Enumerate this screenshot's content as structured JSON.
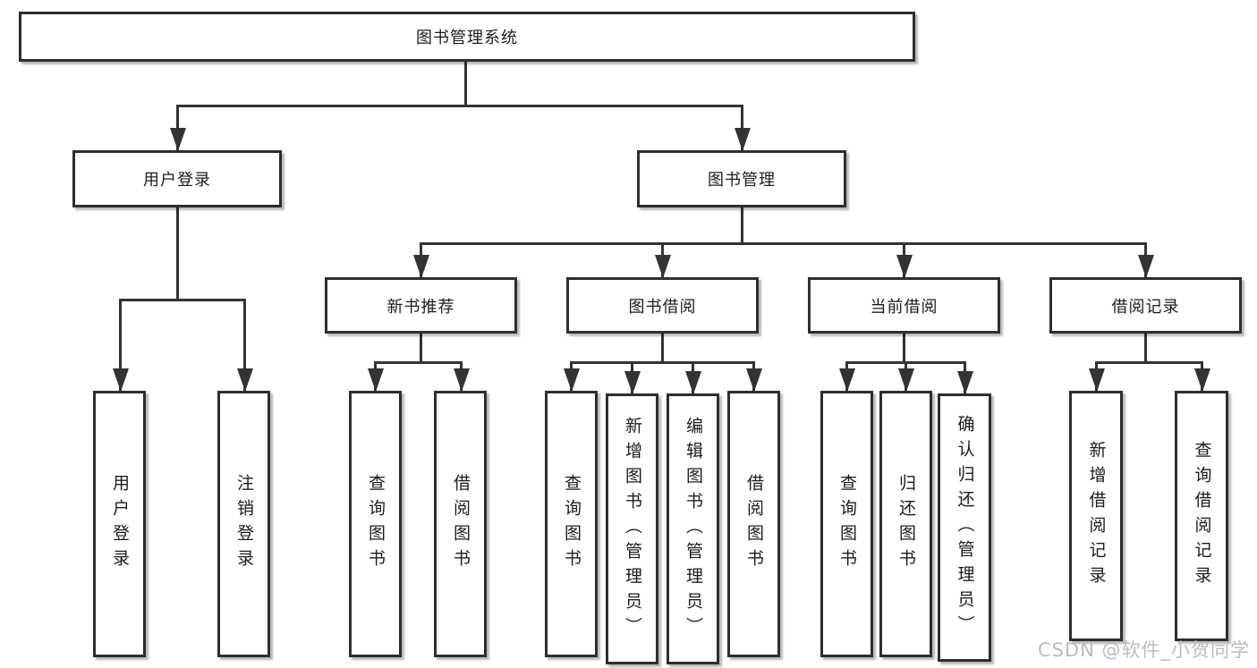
{
  "diagram_type": "hierarchy-tree",
  "colors": {
    "line": "#333333",
    "border": "#2e2e2e",
    "text": "#1c1c1c",
    "watermark": "#b9bcc0",
    "background": "#ffffff"
  },
  "tree": {
    "label": "图书管理系统",
    "children": [
      {
        "label": "用户登录",
        "children": [
          {
            "label": "用户登录"
          },
          {
            "label": "注销登录"
          }
        ]
      },
      {
        "label": "图书管理",
        "children": [
          {
            "label": "新书推荐",
            "children": [
              {
                "label": "查询图书"
              },
              {
                "label": "借阅图书"
              }
            ]
          },
          {
            "label": "图书借阅",
            "children": [
              {
                "label": "查询图书"
              },
              {
                "label": "新增图书（管理员）"
              },
              {
                "label": "编辑图书（管理员）"
              },
              {
                "label": "借阅图书"
              }
            ]
          },
          {
            "label": "当前借阅",
            "children": [
              {
                "label": "查询图书"
              },
              {
                "label": "归还图书"
              },
              {
                "label": "确认归还（管理员）"
              }
            ]
          },
          {
            "label": "借阅记录",
            "children": [
              {
                "label": "新增借阅记录"
              },
              {
                "label": "查询借阅记录"
              }
            ]
          }
        ]
      }
    ]
  },
  "watermark": {
    "text": "CSDN @软件_小贺同学"
  }
}
